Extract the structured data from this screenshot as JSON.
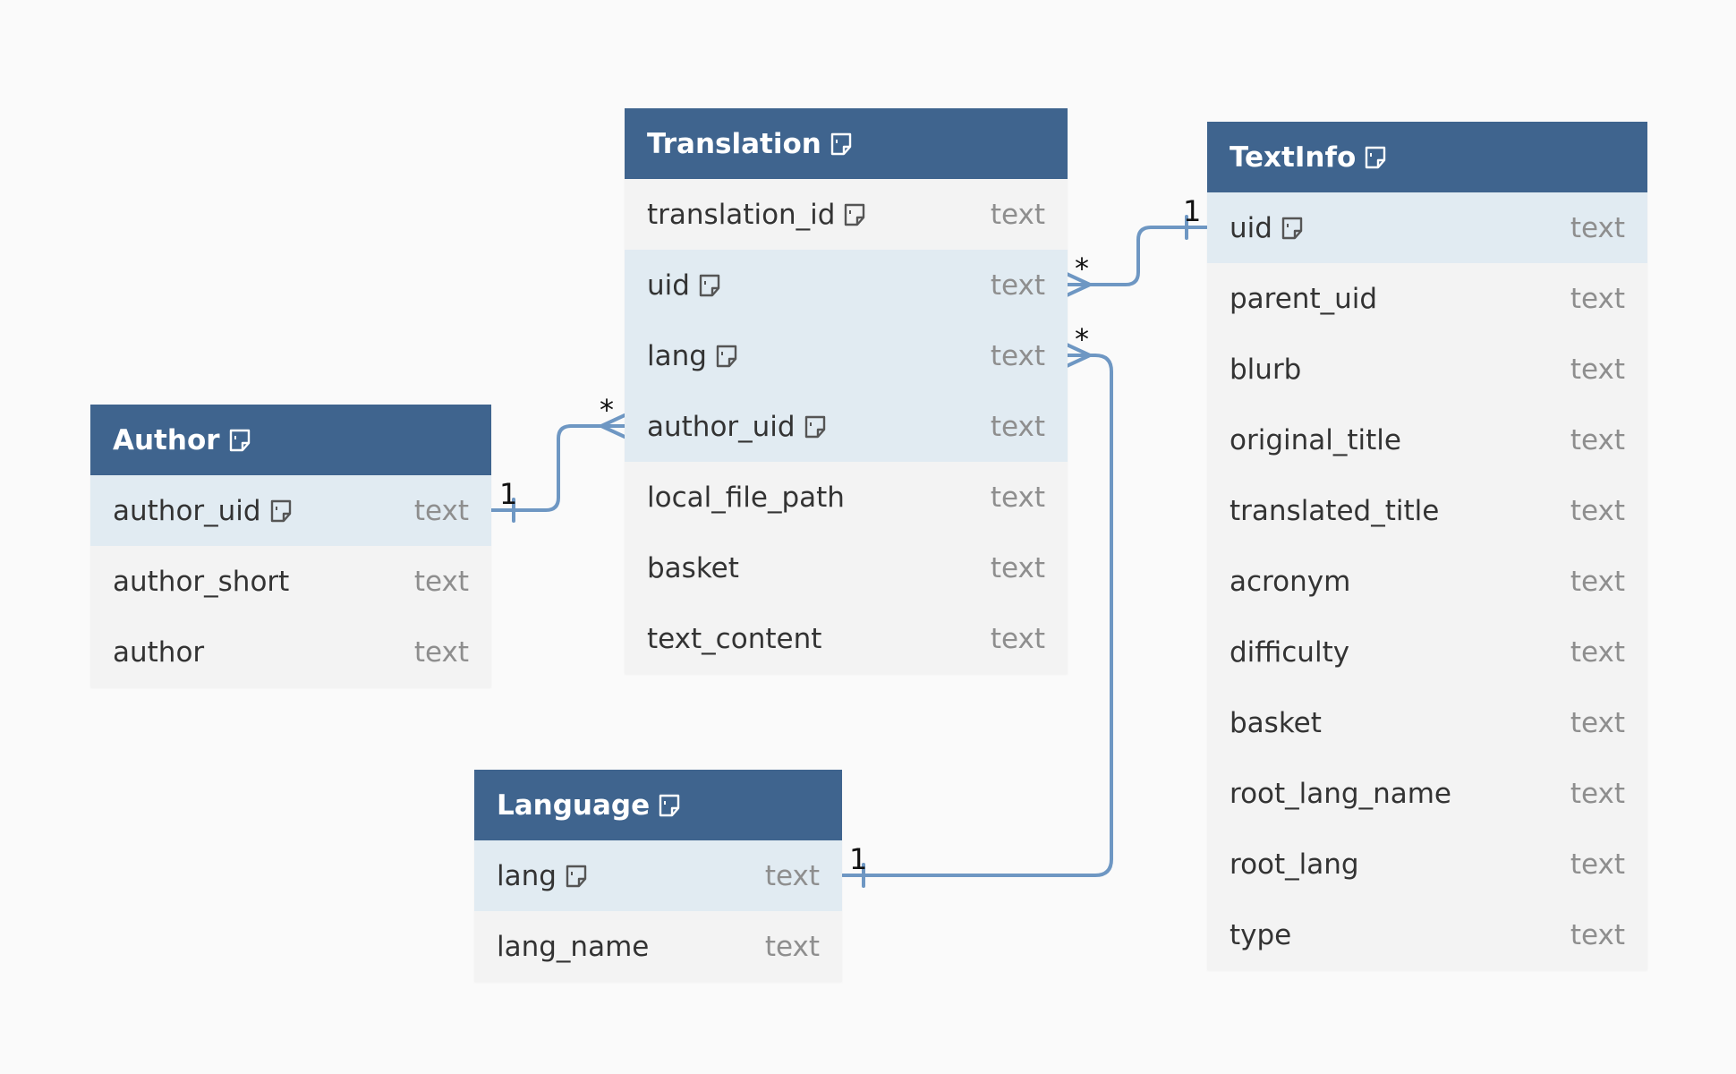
{
  "colors": {
    "header_bg": "#3f648e",
    "header_text": "#ffffff",
    "row_bg": "#f3f3f3",
    "row_highlight_bg": "#e1ebf2",
    "field_text": "#333333",
    "type_text": "#8e8e8e",
    "connector": "#6e97c3",
    "background": "#fafafa"
  },
  "icons": {
    "note": "note-icon"
  },
  "tables": {
    "translation": {
      "name": "Translation",
      "fields": [
        {
          "name": "translation_id",
          "type": "text",
          "note": true,
          "highlight": false
        },
        {
          "name": "uid",
          "type": "text",
          "note": true,
          "highlight": true
        },
        {
          "name": "lang",
          "type": "text",
          "note": true,
          "highlight": true
        },
        {
          "name": "author_uid",
          "type": "text",
          "note": true,
          "highlight": true
        },
        {
          "name": "local_file_path",
          "type": "text",
          "note": false,
          "highlight": false
        },
        {
          "name": "basket",
          "type": "text",
          "note": false,
          "highlight": false
        },
        {
          "name": "text_content",
          "type": "text",
          "note": false,
          "highlight": false
        }
      ]
    },
    "textinfo": {
      "name": "TextInfo",
      "fields": [
        {
          "name": "uid",
          "type": "text",
          "note": true,
          "highlight": true
        },
        {
          "name": "parent_uid",
          "type": "text",
          "note": false,
          "highlight": false
        },
        {
          "name": "blurb",
          "type": "text",
          "note": false,
          "highlight": false
        },
        {
          "name": "original_title",
          "type": "text",
          "note": false,
          "highlight": false
        },
        {
          "name": "translated_title",
          "type": "text",
          "note": false,
          "highlight": false
        },
        {
          "name": "acronym",
          "type": "text",
          "note": false,
          "highlight": false
        },
        {
          "name": "difficulty",
          "type": "text",
          "note": false,
          "highlight": false
        },
        {
          "name": "basket",
          "type": "text",
          "note": false,
          "highlight": false
        },
        {
          "name": "root_lang_name",
          "type": "text",
          "note": false,
          "highlight": false
        },
        {
          "name": "root_lang",
          "type": "text",
          "note": false,
          "highlight": false
        },
        {
          "name": "type",
          "type": "text",
          "note": false,
          "highlight": false
        }
      ]
    },
    "author": {
      "name": "Author",
      "fields": [
        {
          "name": "author_uid",
          "type": "text",
          "note": true,
          "highlight": true
        },
        {
          "name": "author_short",
          "type": "text",
          "note": false,
          "highlight": false
        },
        {
          "name": "author",
          "type": "text",
          "note": false,
          "highlight": false
        }
      ]
    },
    "language": {
      "name": "Language",
      "fields": [
        {
          "name": "lang",
          "type": "text",
          "note": true,
          "highlight": true
        },
        {
          "name": "lang_name",
          "type": "text",
          "note": false,
          "highlight": false
        }
      ]
    }
  },
  "relationships": [
    {
      "from_table": "translation",
      "from_field": "uid",
      "from_card": "*",
      "to_table": "textinfo",
      "to_field": "uid",
      "to_card": "1"
    },
    {
      "from_table": "translation",
      "from_field": "author_uid",
      "from_card": "*",
      "to_table": "author",
      "to_field": "author_uid",
      "to_card": "1"
    },
    {
      "from_table": "translation",
      "from_field": "lang",
      "from_card": "*",
      "to_table": "language",
      "to_field": "lang",
      "to_card": "1"
    }
  ]
}
